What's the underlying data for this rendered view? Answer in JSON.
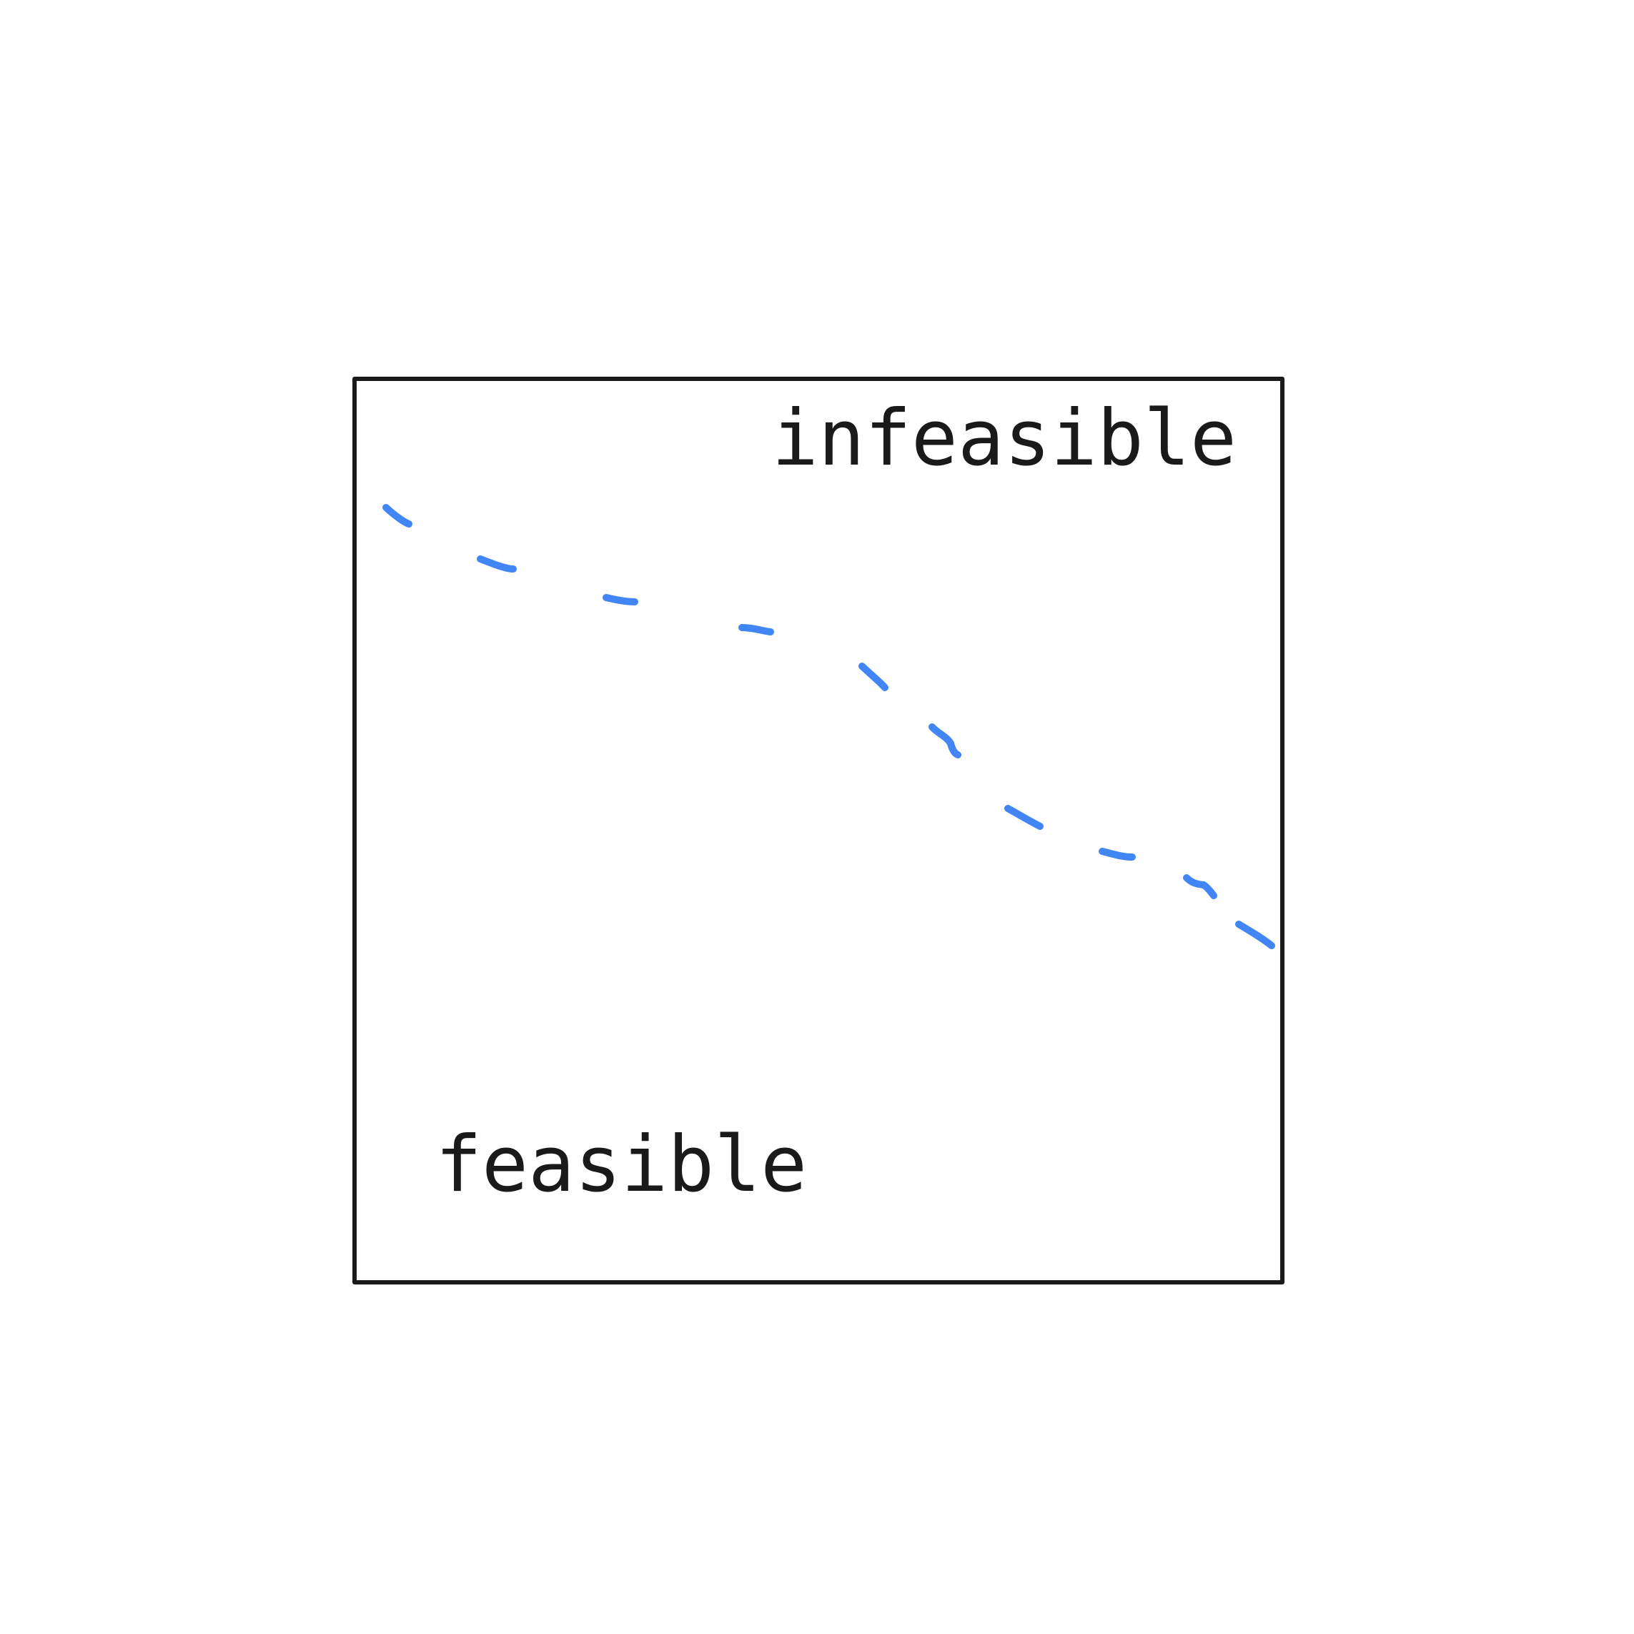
{
  "diagram": {
    "labels": {
      "infeasible": "infeasible",
      "feasible": "feasible"
    },
    "colors": {
      "frame": "#1a1a1a",
      "text": "#1a1a1a",
      "boundary": "#4285f4"
    },
    "boundary_style": "dashed"
  }
}
